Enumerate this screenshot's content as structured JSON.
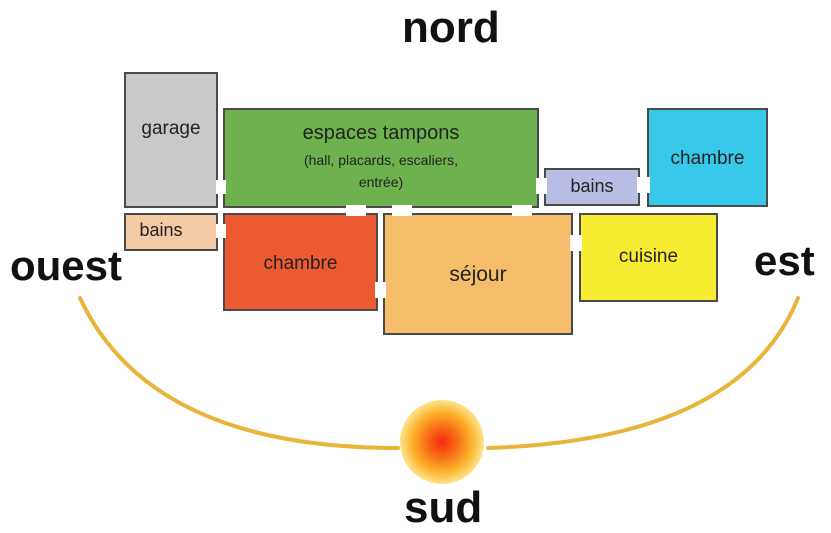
{
  "compass": {
    "north": "nord",
    "south": "sud",
    "west": "ouest",
    "east": "est"
  },
  "rooms": {
    "garage": {
      "label": "garage",
      "color": "#c9c9c9"
    },
    "buffer": {
      "label": "espaces tampons",
      "sublabel_line1": "(hall, placards, escaliers,",
      "sublabel_line2": "entrée)",
      "color": "#6db24f"
    },
    "bath_west": {
      "label": "bains",
      "color": "#f3c9a6"
    },
    "bath_east": {
      "label": "bains",
      "color": "#b9bde6"
    },
    "bedroom_west": {
      "label": "chambre",
      "color": "#ec5a32"
    },
    "bedroom_east": {
      "label": "chambre",
      "color": "#37c8ea"
    },
    "living": {
      "label": "séjour",
      "color": "#f6bd6a"
    },
    "kitchen": {
      "label": "cuisine",
      "color": "#f8ec33"
    }
  },
  "sun": {
    "icon": "sun-icon",
    "path_color": "#e8b43a"
  }
}
